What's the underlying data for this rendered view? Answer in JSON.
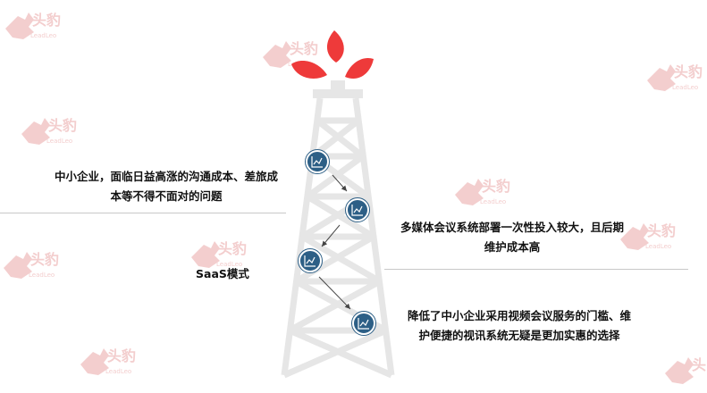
{
  "texts": {
    "left_top_line1": "中小企业，面临日益高涨的沟通成本、差旅成",
    "left_top_line2": "本等不得不面对的问题",
    "right_top_line1": "多媒体会议系统部署一次性投入较大，且后期",
    "right_top_line2": "维护成本高",
    "left_mid": "SaaS模式",
    "right_bottom_line1": "降低了中小企业采用视频会议服务的门槛、维",
    "right_bottom_line2": "护便捷的视讯系统无疑是更加实惠的选择"
  },
  "watermark": {
    "text": "头豹",
    "subtext": "LeadLeo",
    "color": "#f2c9c9"
  },
  "colors": {
    "flame": "#ee3a3a",
    "tower": "#e9e9e9",
    "node": "#2d5f86",
    "arrow": "#444444"
  },
  "icons": {
    "node": "chart-icon"
  }
}
